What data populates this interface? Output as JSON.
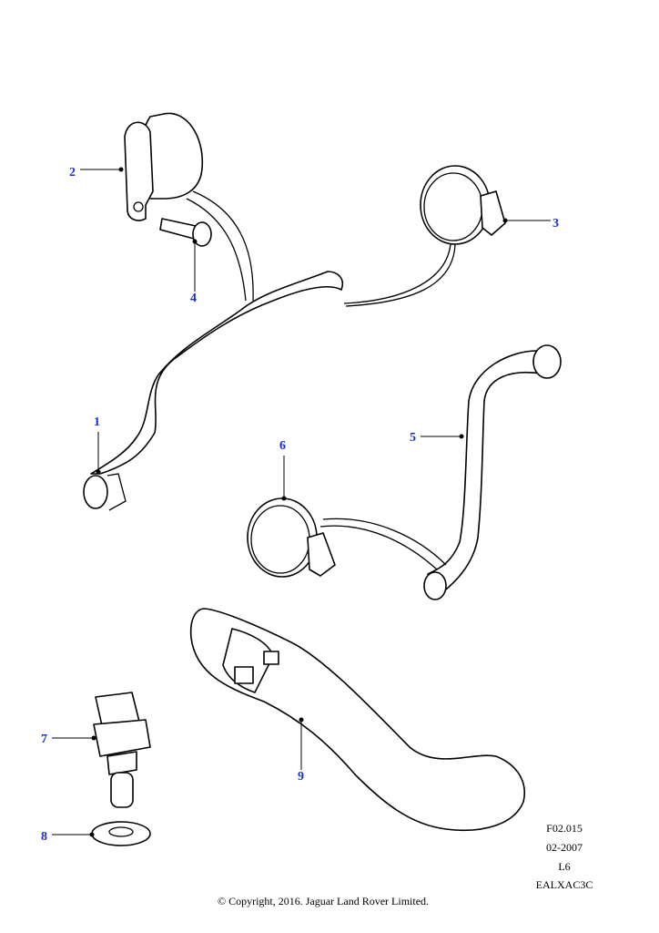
{
  "callouts": [
    "1",
    "2",
    "3",
    "4",
    "5",
    "6",
    "7",
    "8",
    "9"
  ],
  "meta": {
    "figure": "F02.015",
    "date": "02-2007",
    "variant": "L6",
    "code": "EALXAC3C"
  },
  "copyright": "© Copyright, 2016. Jaguar Land Rover Limited.",
  "colors": {
    "callout": "#1a2fd0",
    "line": "#000000"
  }
}
